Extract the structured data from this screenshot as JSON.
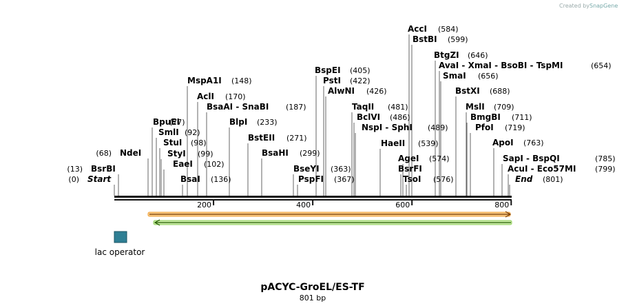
{
  "credit": "Created by",
  "credit_brand": "SnapGene",
  "plasmid": {
    "name": "pACYC-GroEL/ES-TF",
    "length_label": "801 bp",
    "length": 801
  },
  "axis": {
    "ticks": [
      200,
      400,
      600,
      800
    ]
  },
  "features": [
    {
      "label": "lac operator",
      "color": "#2f7f94"
    }
  ],
  "arrows": [
    {
      "direction": "forward",
      "color": "#f2a23c"
    },
    {
      "direction": "reverse",
      "color": "#8fcf5c"
    }
  ],
  "sites": [
    {
      "name": "Start",
      "pos": "(0)",
      "italic": true
    },
    {
      "name": "BsrBI",
      "pos": "(13)"
    },
    {
      "name": "NdeI",
      "pos": "(68)"
    },
    {
      "name": "BpuEI",
      "pos": "(77)"
    },
    {
      "name": "SmlI",
      "pos": "(92)"
    },
    {
      "name": "StuI",
      "pos": "(98)"
    },
    {
      "name": "StyI",
      "pos": "(99)"
    },
    {
      "name": "EaeI",
      "pos": "(102)"
    },
    {
      "name": "BsaI",
      "pos": "(136)"
    },
    {
      "name": "MspA1I",
      "pos": "(148)"
    },
    {
      "name": "AclI",
      "pos": "(170)"
    },
    {
      "name": "BsaAI - SnaBI",
      "pos": "(187)"
    },
    {
      "name": "BlpI",
      "pos": "(233)"
    },
    {
      "name": "BstEII",
      "pos": "(271)"
    },
    {
      "name": "BsaHI",
      "pos": "(299)"
    },
    {
      "name": "BseYI",
      "pos": "(363)"
    },
    {
      "name": "PspFI",
      "pos": "(367)"
    },
    {
      "name": "BspEI",
      "pos": "(405)"
    },
    {
      "name": "PstI",
      "pos": "(422)"
    },
    {
      "name": "AlwNI",
      "pos": "(426)"
    },
    {
      "name": "TaqII",
      "pos": "(481)"
    },
    {
      "name": "BclVI",
      "pos": "(486)"
    },
    {
      "name": "NspI - SphI",
      "pos": "(489)"
    },
    {
      "name": "HaeII",
      "pos": "(539)"
    },
    {
      "name": "AgeI",
      "pos": "(574)"
    },
    {
      "name": "BsrFI",
      "pos": ""
    },
    {
      "name": "TsoI",
      "pos": "(576)"
    },
    {
      "name": "AccI",
      "pos": "(584)"
    },
    {
      "name": "BstBI",
      "pos": "(599)"
    },
    {
      "name": "BtgZI",
      "pos": "(646)"
    },
    {
      "name": "AvaI - XmaI - BsoBI - TspMI",
      "pos": "(654)"
    },
    {
      "name": "SmaI",
      "pos": "(656)"
    },
    {
      "name": "BstXI",
      "pos": "(688)"
    },
    {
      "name": "MslI",
      "pos": "(709)"
    },
    {
      "name": "BmgBI",
      "pos": "(711)"
    },
    {
      "name": "PfoI",
      "pos": "(719)"
    },
    {
      "name": "ApoI",
      "pos": "(763)"
    },
    {
      "name": "SapI - BspQI",
      "pos": "(785)"
    },
    {
      "name": "AcuI - Eco57MI",
      "pos": "(799)"
    },
    {
      "name": "End",
      "pos": "(801)",
      "italic": true
    }
  ]
}
